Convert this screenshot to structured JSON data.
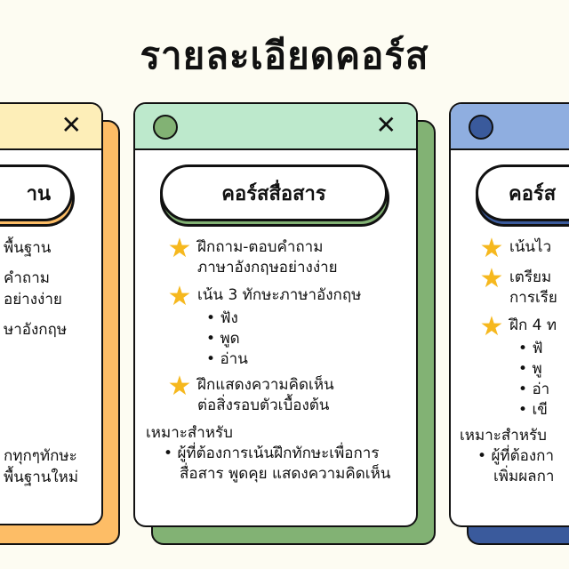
{
  "title": "รายละเอียดคอร์ส",
  "colors": {
    "background": "#fdfcf2",
    "orange": "#fdbd66",
    "orange_header": "#fdeeb8",
    "green": "#82b274",
    "green_header": "#bde9cc",
    "blue": "#3a5a9c",
    "blue_header": "#8faee0",
    "star": "#f6b81e"
  },
  "left_card": {
    "course_name": "าน",
    "lines": [
      "พื้นฐาน",
      "คำถาม",
      "อย่างง่าย",
      "ษาอังกฤษ"
    ],
    "for_lines": [
      "กทุกๆทักษะ",
      "พื้นฐานใหม่"
    ]
  },
  "center_card": {
    "course_name": "คอร์สสื่อสาร",
    "features": [
      {
        "text": [
          "ฝึกถาม-ตอบคำถาม",
          "ภาษาอังกฤษอย่างง่าย"
        ]
      },
      {
        "text": [
          "เน้น 3 ทักษะภาษาอังกฤษ"
        ],
        "sub": [
          "ฟัง",
          "พูด",
          "อ่าน"
        ]
      },
      {
        "text": [
          "ฝึกแสดงความคิดเห็น",
          "ต่อสิ่งรอบตัวเบื้องต้น"
        ]
      }
    ],
    "for_label": "เหมาะสำหรับ",
    "for_items": [
      "ผู้ที่ต้องการเน้นฝึกทักษะเพื่อการสื่อสาร พูดคุย แสดงความคิดเห็น"
    ]
  },
  "right_card": {
    "course_name": "คอร์ส",
    "features": [
      {
        "text": [
          "เน้นไว"
        ]
      },
      {
        "text": [
          "เตรียม",
          "การเรีย"
        ]
      },
      {
        "text": [
          "ฝึก 4 ท"
        ],
        "sub": [
          "ฟั",
          "พู",
          "อ่า",
          "เขี"
        ]
      }
    ],
    "for_label": "เหมาะสำหรับ",
    "for_items": [
      "ผู้ที่ต้องกา",
      "เพิ่มผลกา"
    ]
  }
}
